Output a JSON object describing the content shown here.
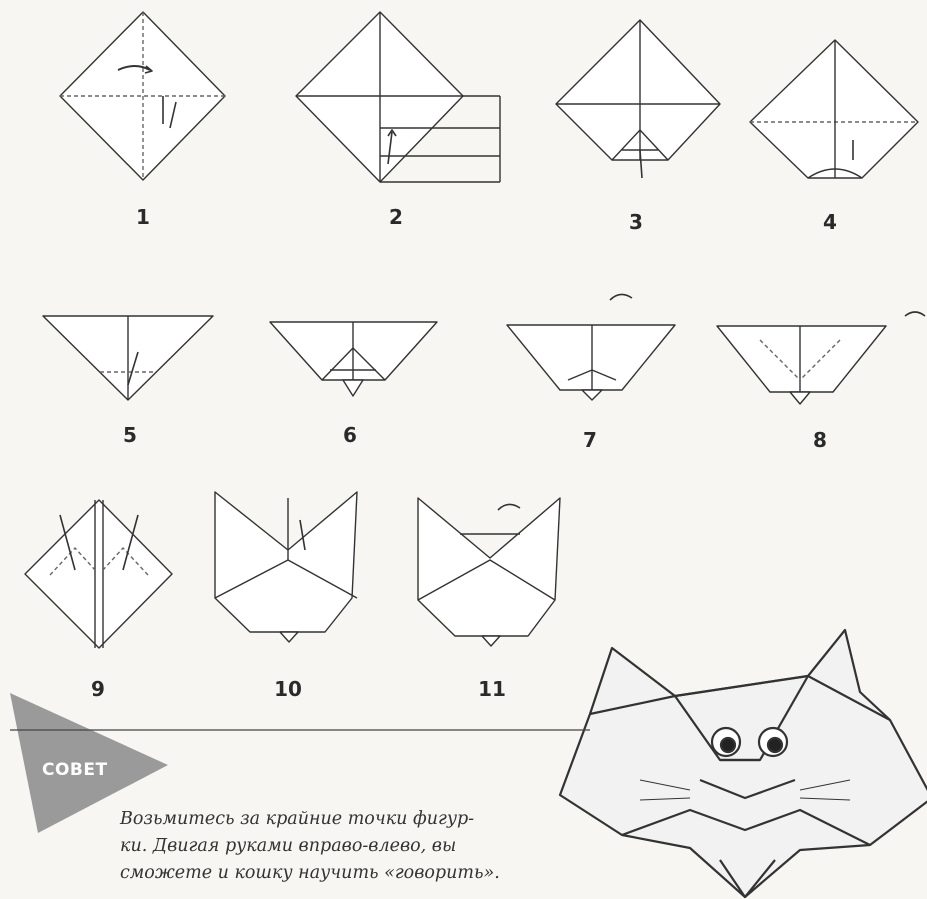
{
  "steps": [
    {
      "number": "1"
    },
    {
      "number": "2"
    },
    {
      "number": "3"
    },
    {
      "number": "4"
    },
    {
      "number": "5"
    },
    {
      "number": "6"
    },
    {
      "number": "7"
    },
    {
      "number": "8"
    },
    {
      "number": "9"
    },
    {
      "number": "10"
    },
    {
      "number": "11"
    }
  ],
  "tip": {
    "label": "СОВЕТ",
    "lines": [
      "Возьмитесь за крайние точки фигур-",
      "ки. Двигая руками вправо-влево, вы",
      "сможете и кошку научить «говорить»."
    ]
  },
  "colors": {
    "tip_banner": "#9a9a9a",
    "line": "#333333",
    "fold_dashed": "#666666"
  }
}
